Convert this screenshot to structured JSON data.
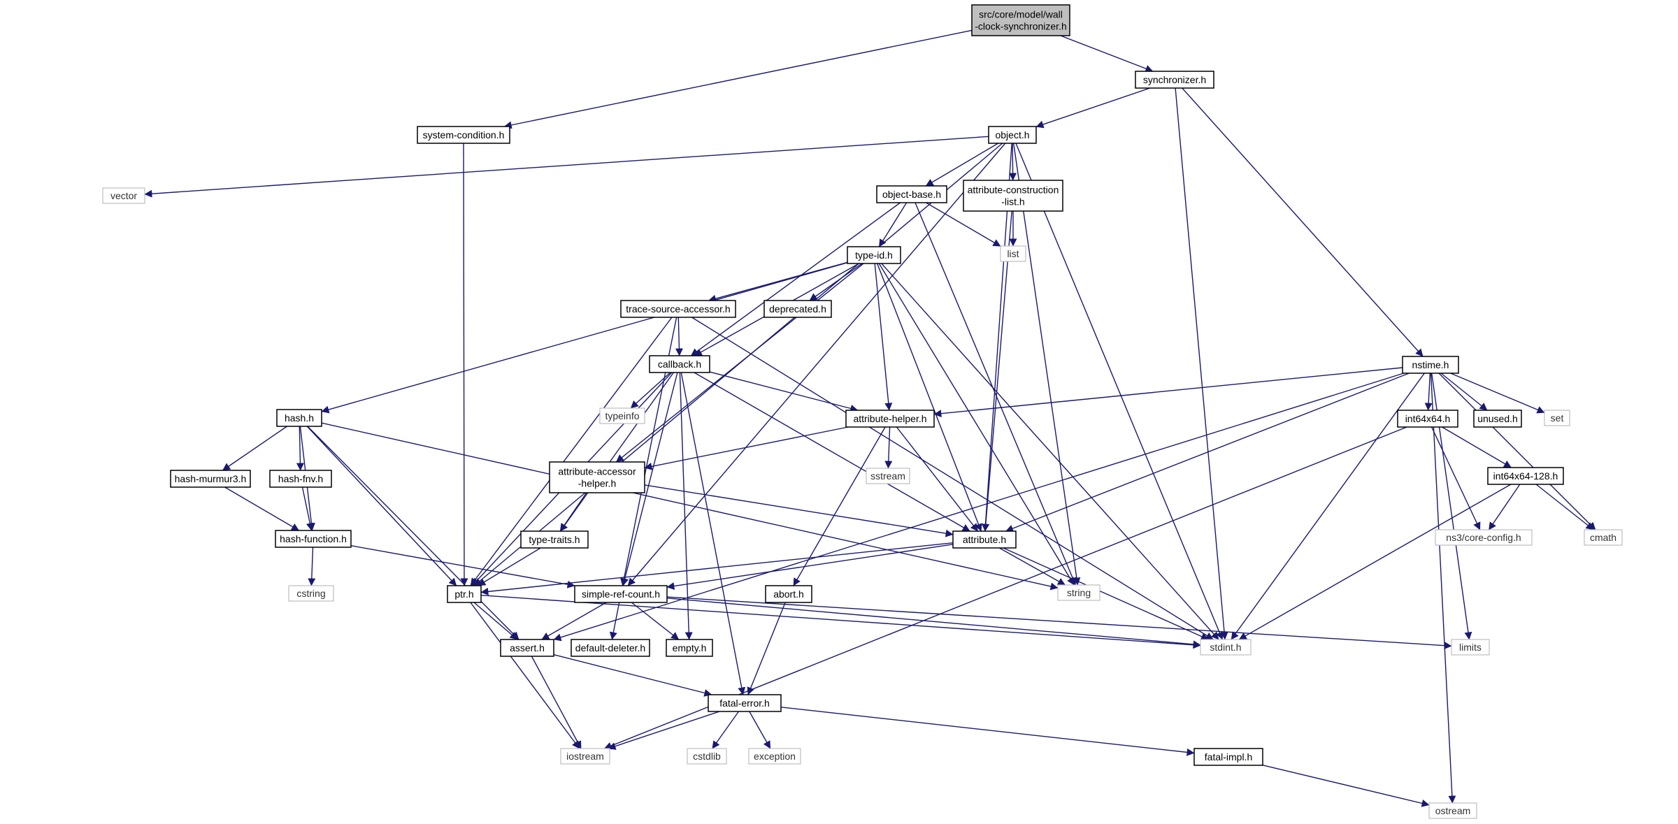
{
  "colors": {
    "edge": "#191970",
    "root_fill": "#bfbfbf",
    "local_border": "#000000",
    "system_border": "#bfbfbf"
  },
  "nodes": [
    {
      "id": "root",
      "lines": [
        "src/core/model/wall",
        "-clock-synchronizer.h"
      ],
      "kind": "root"
    },
    {
      "id": "synchronizer",
      "lines": [
        "synchronizer.h"
      ],
      "kind": "local"
    },
    {
      "id": "system-condition",
      "lines": [
        "system-condition.h"
      ],
      "kind": "local"
    },
    {
      "id": "object",
      "lines": [
        "object.h"
      ],
      "kind": "local"
    },
    {
      "id": "vector",
      "lines": [
        "vector"
      ],
      "kind": "system"
    },
    {
      "id": "object-base",
      "lines": [
        "object-base.h"
      ],
      "kind": "local"
    },
    {
      "id": "attribute-construction-list",
      "lines": [
        "attribute-construction",
        "-list.h"
      ],
      "kind": "local"
    },
    {
      "id": "list",
      "lines": [
        "list"
      ],
      "kind": "system"
    },
    {
      "id": "type-id",
      "lines": [
        "type-id.h"
      ],
      "kind": "local"
    },
    {
      "id": "trace-source-accessor",
      "lines": [
        "trace-source-accessor.h"
      ],
      "kind": "local"
    },
    {
      "id": "deprecated",
      "lines": [
        "deprecated.h"
      ],
      "kind": "local"
    },
    {
      "id": "callback",
      "lines": [
        "callback.h"
      ],
      "kind": "local"
    },
    {
      "id": "typeinfo",
      "lines": [
        "typeinfo"
      ],
      "kind": "system"
    },
    {
      "id": "attribute-helper",
      "lines": [
        "attribute-helper.h"
      ],
      "kind": "local"
    },
    {
      "id": "sstream",
      "lines": [
        "sstream"
      ],
      "kind": "system"
    },
    {
      "id": "nstime",
      "lines": [
        "nstime.h"
      ],
      "kind": "local"
    },
    {
      "id": "int64x64",
      "lines": [
        "int64x64.h"
      ],
      "kind": "local"
    },
    {
      "id": "unused",
      "lines": [
        "unused.h"
      ],
      "kind": "local"
    },
    {
      "id": "set",
      "lines": [
        "set"
      ],
      "kind": "system"
    },
    {
      "id": "int64x64-128",
      "lines": [
        "int64x64-128.h"
      ],
      "kind": "local"
    },
    {
      "id": "ns3-core-config",
      "lines": [
        "ns3/core-config.h"
      ],
      "kind": "system"
    },
    {
      "id": "cmath",
      "lines": [
        "cmath"
      ],
      "kind": "system"
    },
    {
      "id": "hash",
      "lines": [
        "hash.h"
      ],
      "kind": "local"
    },
    {
      "id": "hash-murmur3",
      "lines": [
        "hash-murmur3.h"
      ],
      "kind": "local"
    },
    {
      "id": "hash-fnv",
      "lines": [
        "hash-fnv.h"
      ],
      "kind": "local"
    },
    {
      "id": "hash-function",
      "lines": [
        "hash-function.h"
      ],
      "kind": "local"
    },
    {
      "id": "cstring",
      "lines": [
        "cstring"
      ],
      "kind": "system"
    },
    {
      "id": "attribute-accessor-helper",
      "lines": [
        "attribute-accessor",
        "-helper.h"
      ],
      "kind": "local"
    },
    {
      "id": "type-traits",
      "lines": [
        "type-traits.h"
      ],
      "kind": "local"
    },
    {
      "id": "attribute",
      "lines": [
        "attribute.h"
      ],
      "kind": "local"
    },
    {
      "id": "string",
      "lines": [
        "string"
      ],
      "kind": "system"
    },
    {
      "id": "ptr",
      "lines": [
        "ptr.h"
      ],
      "kind": "local"
    },
    {
      "id": "simple-ref-count",
      "lines": [
        "simple-ref-count.h"
      ],
      "kind": "local"
    },
    {
      "id": "abort",
      "lines": [
        "abort.h"
      ],
      "kind": "local"
    },
    {
      "id": "assert",
      "lines": [
        "assert.h"
      ],
      "kind": "local"
    },
    {
      "id": "default-deleter",
      "lines": [
        "default-deleter.h"
      ],
      "kind": "local"
    },
    {
      "id": "empty",
      "lines": [
        "empty.h"
      ],
      "kind": "local"
    },
    {
      "id": "stdint",
      "lines": [
        "stdint.h"
      ],
      "kind": "system"
    },
    {
      "id": "limits",
      "lines": [
        "limits"
      ],
      "kind": "system"
    },
    {
      "id": "fatal-error",
      "lines": [
        "fatal-error.h"
      ],
      "kind": "local"
    },
    {
      "id": "iostream",
      "lines": [
        "iostream"
      ],
      "kind": "system"
    },
    {
      "id": "cstdlib",
      "lines": [
        "cstdlib"
      ],
      "kind": "system"
    },
    {
      "id": "exception",
      "lines": [
        "exception"
      ],
      "kind": "system"
    },
    {
      "id": "fatal-impl",
      "lines": [
        "fatal-impl.h"
      ],
      "kind": "local"
    },
    {
      "id": "ostream",
      "lines": [
        "ostream"
      ],
      "kind": "system"
    }
  ],
  "edges": [
    [
      "root",
      "system-condition"
    ],
    [
      "root",
      "synchronizer"
    ],
    [
      "synchronizer",
      "object"
    ],
    [
      "synchronizer",
      "stdint"
    ],
    [
      "synchronizer",
      "nstime"
    ],
    [
      "system-condition",
      "ptr"
    ],
    [
      "object",
      "vector"
    ],
    [
      "object",
      "object-base"
    ],
    [
      "object",
      "attribute-construction-list"
    ],
    [
      "object",
      "attribute"
    ],
    [
      "object",
      "string"
    ],
    [
      "object",
      "stdint"
    ],
    [
      "object",
      "ptr"
    ],
    [
      "object",
      "simple-ref-count"
    ],
    [
      "object-base",
      "type-id"
    ],
    [
      "object-base",
      "list"
    ],
    [
      "object-base",
      "string"
    ],
    [
      "object-base",
      "callback"
    ],
    [
      "attribute-construction-list",
      "list"
    ],
    [
      "attribute-construction-list",
      "attribute"
    ],
    [
      "type-id",
      "trace-source-accessor"
    ],
    [
      "type-id",
      "deprecated"
    ],
    [
      "type-id",
      "callback"
    ],
    [
      "type-id",
      "attribute-helper"
    ],
    [
      "type-id",
      "attribute"
    ],
    [
      "type-id",
      "string"
    ],
    [
      "type-id",
      "stdint"
    ],
    [
      "type-id",
      "hash"
    ],
    [
      "type-id",
      "attribute-accessor-helper"
    ],
    [
      "trace-source-accessor",
      "callback"
    ],
    [
      "trace-source-accessor",
      "ptr"
    ],
    [
      "trace-source-accessor",
      "simple-ref-count"
    ],
    [
      "trace-source-accessor",
      "stdint"
    ],
    [
      "callback",
      "typeinfo"
    ],
    [
      "callback",
      "attribute-helper"
    ],
    [
      "callback",
      "ptr"
    ],
    [
      "callback",
      "type-traits"
    ],
    [
      "callback",
      "simple-ref-count"
    ],
    [
      "callback",
      "empty"
    ],
    [
      "callback",
      "fatal-error"
    ],
    [
      "callback",
      "attribute"
    ],
    [
      "attribute-helper",
      "sstream"
    ],
    [
      "attribute-helper",
      "attribute-accessor-helper"
    ],
    [
      "attribute-helper",
      "attribute"
    ],
    [
      "attribute-helper",
      "abort"
    ],
    [
      "nstime",
      "attribute-helper"
    ],
    [
      "nstime",
      "int64x64"
    ],
    [
      "nstime",
      "unused"
    ],
    [
      "nstime",
      "set"
    ],
    [
      "nstime",
      "cmath"
    ],
    [
      "nstime",
      "limits"
    ],
    [
      "nstime",
      "ostream"
    ],
    [
      "nstime",
      "stdint"
    ],
    [
      "nstime",
      "attribute"
    ],
    [
      "nstime",
      "assert"
    ],
    [
      "int64x64",
      "int64x64-128"
    ],
    [
      "int64x64",
      "ns3-core-config"
    ],
    [
      "int64x64",
      "iostream"
    ],
    [
      "int64x64-128",
      "ns3-core-config"
    ],
    [
      "int64x64-128",
      "cmath"
    ],
    [
      "int64x64-128",
      "stdint"
    ],
    [
      "hash",
      "hash-murmur3"
    ],
    [
      "hash",
      "hash-fnv"
    ],
    [
      "hash",
      "hash-function"
    ],
    [
      "hash",
      "string"
    ],
    [
      "hash",
      "assert"
    ],
    [
      "hash",
      "ptr"
    ],
    [
      "hash-murmur3",
      "hash-function"
    ],
    [
      "hash-fnv",
      "hash-function"
    ],
    [
      "hash-function",
      "cstring"
    ],
    [
      "hash-function",
      "simple-ref-count"
    ],
    [
      "attribute-accessor-helper",
      "type-traits"
    ],
    [
      "attribute-accessor-helper",
      "attribute"
    ],
    [
      "type-traits",
      "ptr"
    ],
    [
      "attribute",
      "ptr"
    ],
    [
      "attribute",
      "simple-ref-count"
    ],
    [
      "attribute",
      "string"
    ],
    [
      "attribute",
      "stdint"
    ],
    [
      "ptr",
      "assert"
    ],
    [
      "ptr",
      "iostream"
    ],
    [
      "ptr",
      "stdint"
    ],
    [
      "simple-ref-count",
      "assert"
    ],
    [
      "simple-ref-count",
      "default-deleter"
    ],
    [
      "simple-ref-count",
      "empty"
    ],
    [
      "simple-ref-count",
      "stdint"
    ],
    [
      "simple-ref-count",
      "limits"
    ],
    [
      "abort",
      "fatal-error"
    ],
    [
      "assert",
      "fatal-error"
    ],
    [
      "assert",
      "iostream"
    ],
    [
      "fatal-error",
      "iostream"
    ],
    [
      "fatal-error",
      "cstdlib"
    ],
    [
      "fatal-error",
      "exception"
    ],
    [
      "fatal-error",
      "fatal-impl"
    ],
    [
      "fatal-impl",
      "ostream"
    ]
  ]
}
